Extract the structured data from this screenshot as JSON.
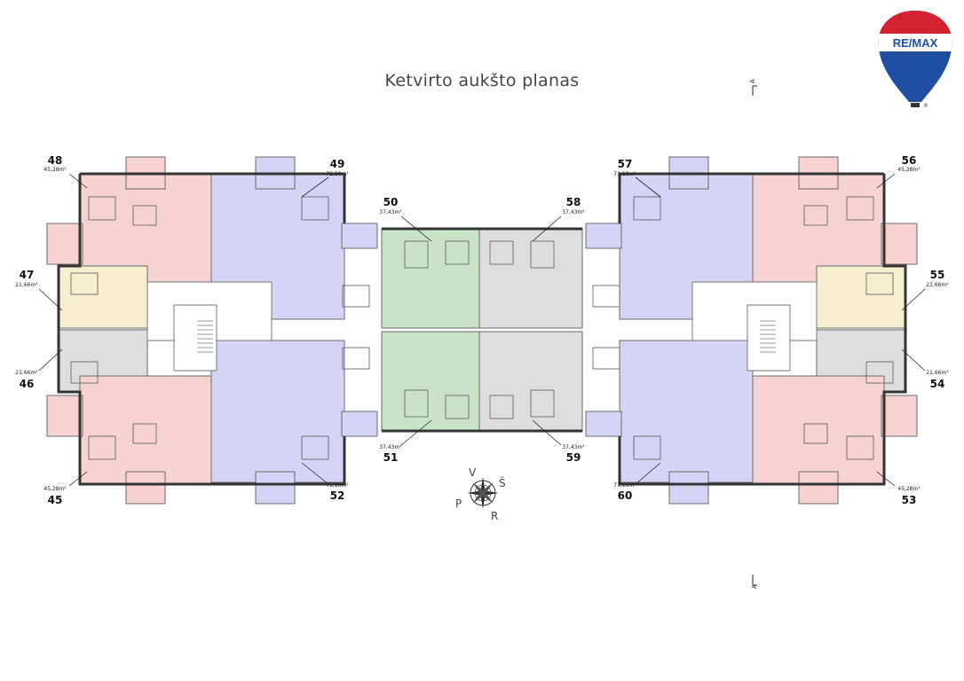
{
  "title": "Ketvirto aukšto planas",
  "logo": {
    "brand": "RE/MAX",
    "mark": "®"
  },
  "section_marks": [
    "A",
    "A"
  ],
  "compass": {
    "north": "Š",
    "south": "P",
    "east": "R",
    "west": "V"
  },
  "colors": {
    "pink": "#f6d2d2",
    "blue": "#d4d4f6",
    "yellow": "#f6efcf",
    "grey": "#dedede",
    "green": "#c9e3c9",
    "wall": "#555555"
  },
  "apartments": [
    {
      "number": "48",
      "area": "45,28m²",
      "color": "pink"
    },
    {
      "number": "49",
      "area": "71,16m²",
      "color": "blue"
    },
    {
      "number": "47",
      "area": "21,66m²",
      "color": "yellow"
    },
    {
      "number": "46",
      "area": "21,66m²",
      "color": "grey"
    },
    {
      "number": "45",
      "area": "45,28m²",
      "color": "pink"
    },
    {
      "number": "52",
      "area": "71,16m²",
      "color": "blue"
    },
    {
      "number": "50",
      "area": "37,43m²",
      "color": "green"
    },
    {
      "number": "51",
      "area": "37,43m²",
      "color": "green"
    },
    {
      "number": "58",
      "area": "37,43m²",
      "color": "grey"
    },
    {
      "number": "59",
      "area": "37,43m²",
      "color": "grey"
    },
    {
      "number": "57",
      "area": "71,16m²",
      "color": "blue"
    },
    {
      "number": "60",
      "area": "71,16m²",
      "color": "blue"
    },
    {
      "number": "56",
      "area": "45,28m²",
      "color": "pink"
    },
    {
      "number": "53",
      "area": "45,28m²",
      "color": "pink"
    },
    {
      "number": "55",
      "area": "21,66m²",
      "color": "yellow"
    },
    {
      "number": "54",
      "area": "21,66m²",
      "color": "grey"
    }
  ]
}
